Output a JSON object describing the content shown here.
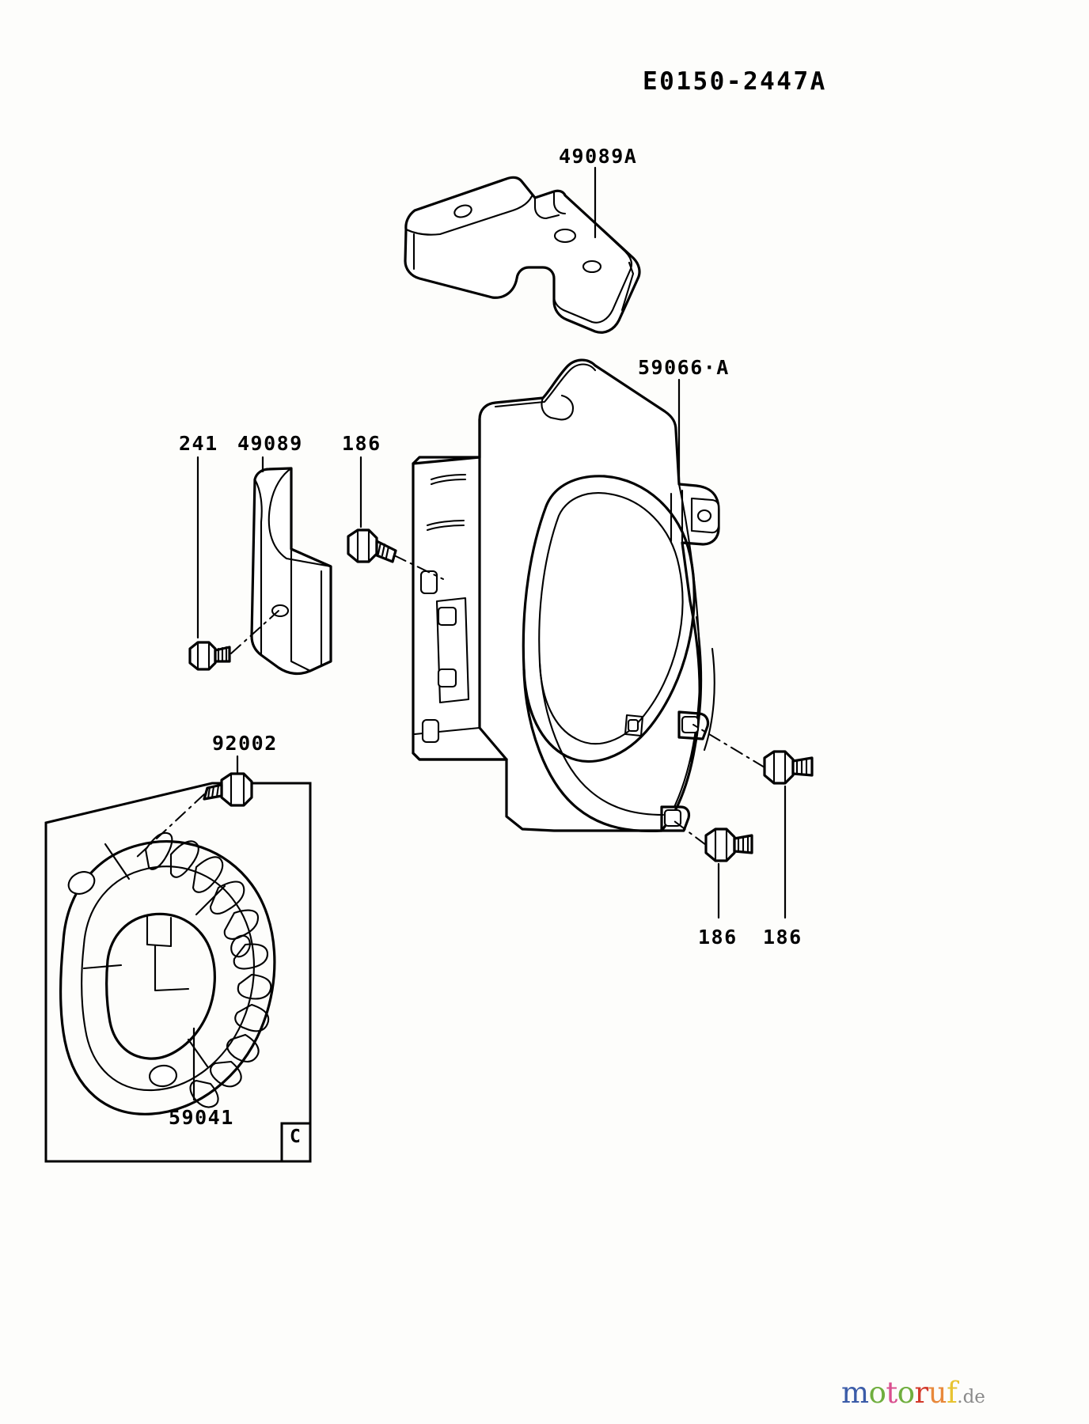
{
  "document": {
    "type": "exploded-parts-diagram",
    "subject": "Engine cooling equipment — fan, fan housing and baffle plates",
    "title": "E0150-2447A"
  },
  "callouts": [
    {
      "id": "49089A",
      "label": "49089A",
      "role": "upper baffle / heat deflector cover"
    },
    {
      "id": "59066A",
      "label": "59066·A",
      "role": "fan housing / blower cover assembly"
    },
    {
      "id": "241",
      "label": "241",
      "role": "bolt"
    },
    {
      "id": "49089",
      "label": "49089",
      "role": "baffle plate"
    },
    {
      "id": "186-a",
      "label": "186",
      "role": "flange bolt"
    },
    {
      "id": "92002",
      "label": "92002",
      "role": "bolt"
    },
    {
      "id": "59041",
      "label": "59041",
      "role": "cooling fan / flywheel fan"
    },
    {
      "id": "186-b",
      "label": "186",
      "role": "flange bolt"
    },
    {
      "id": "186-c",
      "label": "186",
      "role": "flange bolt"
    }
  ],
  "inset_box": {
    "marker": "C",
    "contains": [
      "92002",
      "59041"
    ]
  },
  "watermark": {
    "letters": [
      "m",
      "o",
      "t",
      "o",
      "r",
      "u",
      "f"
    ],
    "suffix": ".de",
    "colors": {
      "m": "#3b5ca8",
      "o1": "#6fae3e",
      "t": "#d94f8f",
      "o2": "#6fae3e",
      "r": "#d33a2c",
      "u": "#e8883a",
      "f": "#e8c331",
      "suffix": "#8a8a8a"
    }
  },
  "colors": {
    "background": "#fdfdfb",
    "ink": "#000000"
  }
}
